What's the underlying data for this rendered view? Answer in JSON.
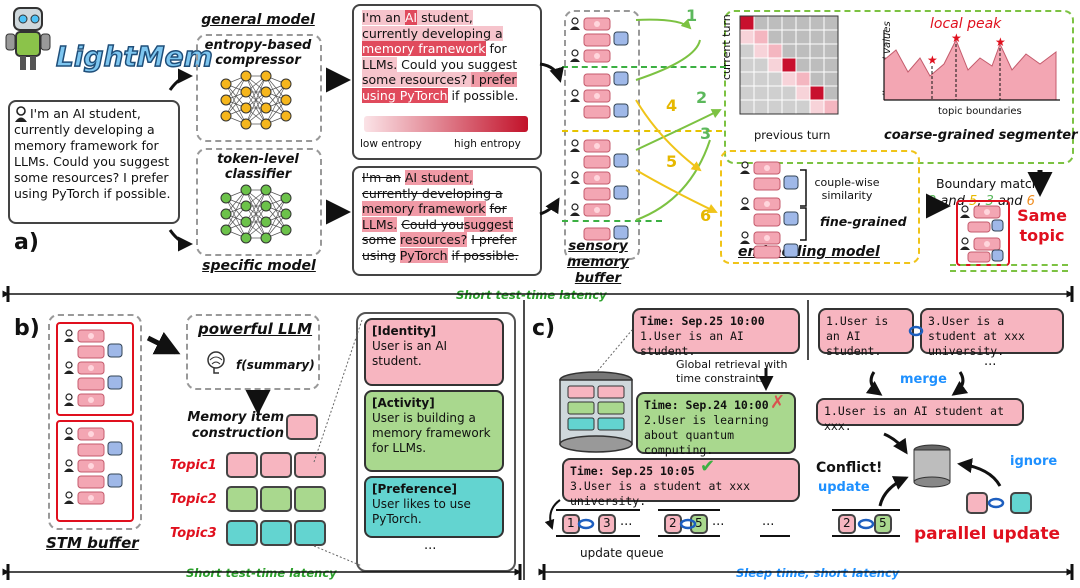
{
  "logo": {
    "name": "LightMem"
  },
  "panel_a": {
    "label": "a)",
    "user_query": "I'm an AI student, currently developing a memory framework for LLMs. Could you suggest some resources? I prefer using PyTorch if possible.",
    "general_model": "general model",
    "specific_model": "specific model",
    "compressor_label": "entropy-based compressor",
    "classifier_label": "token-level classifier",
    "entropy_low": "low entropy",
    "entropy_high": "high entropy",
    "sensory_buffer": "sensory memory buffer",
    "previous_turn": "previous turn",
    "current_turn": "current turn",
    "diagonal_values": "diagonal values",
    "topic_boundaries": "topic boundaries",
    "local_peak": "local peak",
    "coarse_segmenter": "coarse-grained segmenter",
    "similarity": "couple-wise similarity",
    "fine_grained": "fine-grained",
    "embedding_model": "embedding model",
    "boundary_match_line1": "Boundary match:",
    "bm_2": "2",
    "bm_and1": "and",
    "bm_5": "5",
    "bm_comma": ",",
    "bm_3": "3",
    "bm_and2": "and",
    "bm_6": "6",
    "same_topic": "Same topic",
    "turn_numbers": [
      "1",
      "2",
      "3",
      "4",
      "5",
      "6"
    ],
    "latency": "Short test-time latency"
  },
  "panel_b": {
    "label": "b)",
    "powerful_llm": "powerful LLM",
    "fsummary": "f(summary)",
    "memory_item": "Memory item construction",
    "topics": [
      "Topic1",
      "Topic2",
      "Topic3"
    ],
    "stm_buffer": "STM buffer",
    "identity_head": "[Identity]",
    "identity_text": "User is  an AI student.",
    "activity_head": "[Activity]",
    "activity_text": "User is  building a memory framework for LLMs.",
    "preference_head": "[Preference]",
    "preference_text": "User likes to use PyTorch.",
    "ellipsis": "...",
    "latency": "Short test-time latency"
  },
  "panel_c": {
    "label": "c)",
    "t1_time": "Time: Sep.25 10:00",
    "t1_text": "1.User is  an AI student.",
    "global_retrieval": "Global retrieval with time constraints",
    "t2_time": "Time: Sep.24 10:00",
    "t2_text": "2.User is learning about quantum computing.",
    "t3_time": "Time: Sep.25 10:05",
    "t3_text": "3.User is a student at xxx university.",
    "update_queue": "update queue",
    "q1": "1",
    "q3": "3",
    "q2": "2",
    "q5": "5",
    "qdots": "...",
    "m1": "1.User is  an AI student.",
    "m3": "3.User is a student at xxx university.",
    "merge": "merge",
    "merged": "1.User is  an AI student at xxx.",
    "conflict": "Conflict!",
    "update": "update",
    "ignore": "ignore",
    "c2": "2",
    "c5": "5",
    "parallel_update": "parallel update",
    "latency": "Sleep time, short latency"
  },
  "colors": {
    "red": "#e0101e",
    "green": "#2ca02c",
    "blue": "#1e90ff",
    "yellow": "#e6b800",
    "orange": "#f08c1e",
    "pink": "#f6b9c4",
    "lightgreen": "#a8d88a",
    "teal": "#5fd3cf"
  }
}
